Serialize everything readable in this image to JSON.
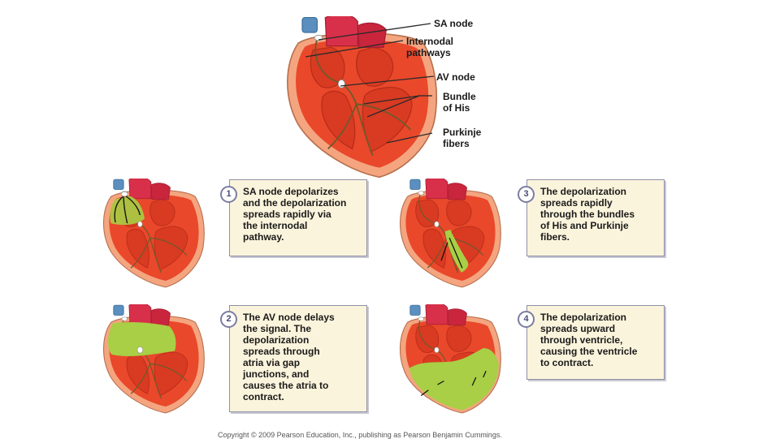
{
  "main_labels": {
    "sa_node": "SA node",
    "internodal": "Internodal\npathways",
    "av_node": "AV node",
    "bundle": "Bundle\nof His",
    "purkinje": "Purkinje\nfibers"
  },
  "steps": [
    {
      "number": "1",
      "text": "SA node depolarizes\nand the depolarization\nspreads rapidly via\nthe internodal\npathway."
    },
    {
      "number": "2",
      "text": "The AV node delays\nthe signal. The\ndepolarization\nspreads through\natria via gap\njunctions, and\ncauses the atria to\ncontract."
    },
    {
      "number": "3",
      "text": "The depolarization\nspreads rapidly\nthrough the bundles\nof His and Purkinje\nfibers."
    },
    {
      "number": "4",
      "text": "The depolarization\nspreads upward\nthrough ventricle,\ncausing the ventricle\nto contract."
    }
  ],
  "footer": "Copyright © 2009 Pearson Education, Inc., publishing as Pearson Benjamin Cummings.",
  "colors": {
    "muscle": "#e8442a",
    "outer": "#f2a27c",
    "depolarized": "#a8cf45",
    "aorta": "#d8304a",
    "vein": "#5a8fbf",
    "box": "#fbf4dc"
  }
}
